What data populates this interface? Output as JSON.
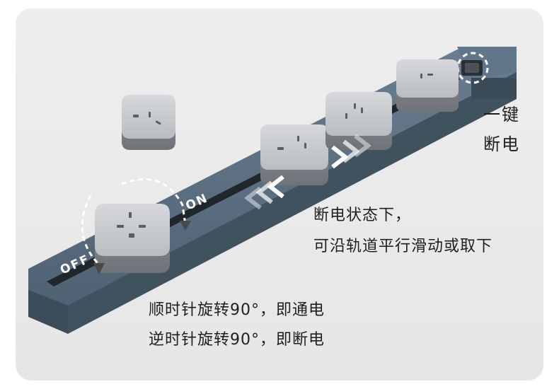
{
  "labels": {
    "off": "OFF",
    "on": "ON"
  },
  "captions": {
    "power_off_line1": "一键",
    "power_off_line2": "断电",
    "slide_line1": "断电状态下，",
    "slide_line2": "可沿轨道平行滑动或取下",
    "rotate_on": "顺时针旋转90°，即通电",
    "rotate_off": "逆时针旋转90°，即断电"
  },
  "colors": {
    "track": "#55687a",
    "socket": "#9a9ea3",
    "socket_top": "#c9ccd0",
    "background": "#ececec"
  }
}
